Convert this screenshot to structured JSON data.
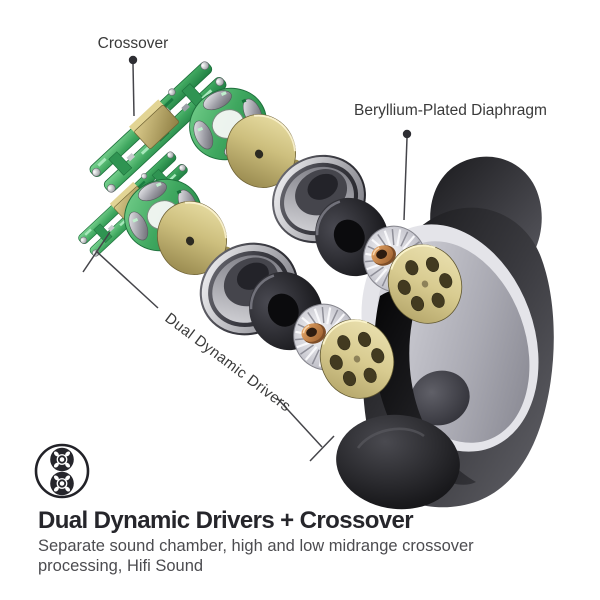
{
  "annotations": {
    "crossover_label": "Crossover",
    "beryllium_label": "Beryllium-Plated Diaphragm",
    "dual_drivers_label": "Dual Dynamic Drivers"
  },
  "footer": {
    "heading": "Dual Dynamic Drivers + Crossover",
    "description": "Separate sound chamber, high and low midrange crossover processing, Hifi Sound"
  },
  "icon": {
    "name": "dual-driver-icon"
  },
  "colors": {
    "background": "#ffffff",
    "pcb_green": "#3fa75f",
    "gold": "#cdbf7e",
    "copper": "#b06c34",
    "gunmetal_dark": "#2c2c31",
    "silver": "#d9d9de",
    "label_text": "#3a3a3a",
    "heading_text": "#26262b",
    "body_text": "#4c4c50"
  }
}
